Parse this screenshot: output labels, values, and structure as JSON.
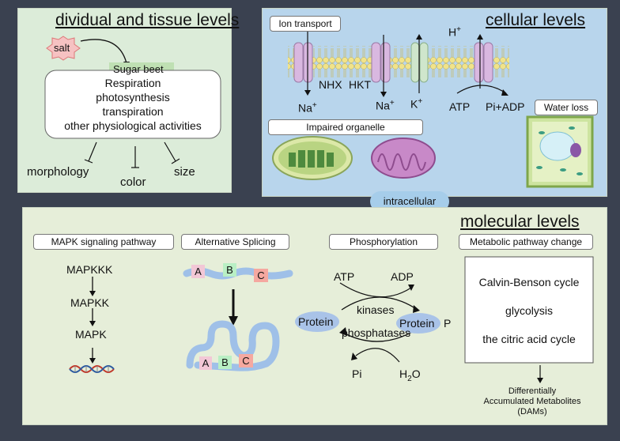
{
  "tissue": {
    "title": "dividual and tissue levels",
    "salt": "salt",
    "plant": "Sugar beet",
    "activities": [
      "Respiration",
      "photosynthesis",
      "transpiration",
      "other physiological activities"
    ],
    "outcomes": [
      "morphology",
      "color",
      "size"
    ]
  },
  "cellular": {
    "title": "cellular levels",
    "ion_transport": "Ion transport",
    "nhx": "NHX",
    "hkt": "HKT",
    "na": "Na",
    "k": "K",
    "h": "H",
    "plus": "+",
    "atp": "ATP",
    "pi_adp": "Pi+ADP",
    "water_loss": "Water loss",
    "impaired": "Impaired organelle"
  },
  "connector": {
    "label": "intracellular"
  },
  "molecular": {
    "title": "molecular levels",
    "mapk": {
      "header": "MAPK signaling pathway",
      "steps": [
        "MAPKKK",
        "MAPKK",
        "MAPK"
      ]
    },
    "splicing": {
      "header": "Alternative Splicing",
      "exons": [
        "A",
        "B",
        "C"
      ]
    },
    "phospho": {
      "header": "Phosphorylation",
      "atp": "ATP",
      "adp": "ADP",
      "kinases": "kinases",
      "phosphatases": "phosphatases",
      "protein": "Protein",
      "p": "P",
      "pi": "Pi",
      "h": "H",
      "two": "2",
      "o": "O"
    },
    "metabolic": {
      "header": "Metabolic pathway change",
      "pathways": [
        "Calvin-Benson cycle",
        "glycolysis",
        "the citric acid cycle"
      ],
      "dams": [
        "Differentially",
        "Accumulated Metabolites",
        "(DAMs)"
      ]
    }
  },
  "colors": {
    "tissue_bg": "#dcecd9",
    "cell_bg": "#b8d5ec",
    "mol_bg": "#e6eed9",
    "frame": "#3a4150",
    "exon_a": "#f2c7d6",
    "exon_b": "#b9efc4",
    "exon_c": "#f5a8a0",
    "protein": "#a9c3e8",
    "channel": "#d9b8e0",
    "sugar_beet_highlight": "#bfe0b3"
  }
}
